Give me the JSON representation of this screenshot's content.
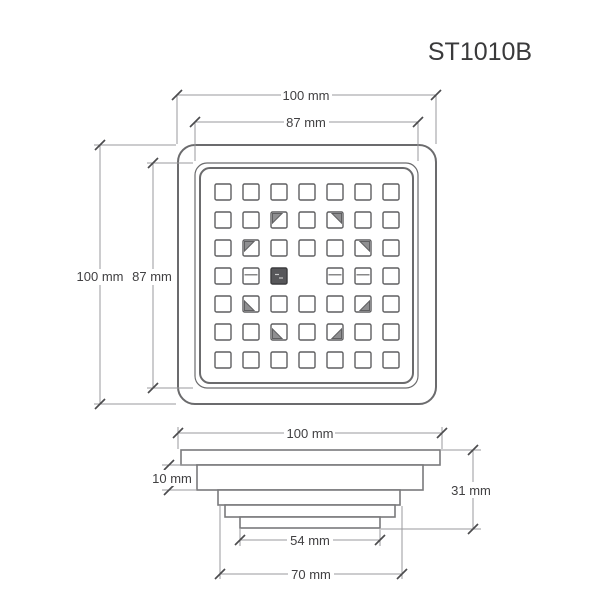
{
  "title": "ST1010B",
  "colors": {
    "background": "#ffffff",
    "object_line": "#6b6b6d",
    "dimension_line": "#9a9a9c",
    "text": "#414042",
    "dark_cell": "#57575a"
  },
  "top_view": {
    "outer_width": "100 mm",
    "inner_width": "87 mm",
    "outer_height": "100 mm",
    "inner_height": "87 mm",
    "grid": {
      "rows": 7,
      "cols": 7,
      "marks": [
        [
          "plain",
          "plain",
          "plain",
          "plain",
          "plain",
          "plain",
          "plain"
        ],
        [
          "plain",
          "plain",
          "diag-tl",
          "plain",
          "diag-tr",
          "plain",
          "plain"
        ],
        [
          "plain",
          "diag-tl",
          "plain",
          "plain",
          "plain",
          "diag-tr",
          "plain"
        ],
        [
          "plain",
          "hline",
          "dark",
          "empty",
          "hline",
          "hline",
          "plain"
        ],
        [
          "plain",
          "diag-bl",
          "plain",
          "plain",
          "plain",
          "diag-br",
          "plain"
        ],
        [
          "plain",
          "plain",
          "diag-bl",
          "plain",
          "diag-br",
          "plain",
          "plain"
        ],
        [
          "plain",
          "plain",
          "plain",
          "plain",
          "plain",
          "plain",
          "plain"
        ]
      ]
    }
  },
  "side_view": {
    "top_width": "100 mm",
    "flange_height": "10 mm",
    "total_height": "31 mm",
    "outlet_width": "54 mm",
    "base_width": "70 mm"
  }
}
